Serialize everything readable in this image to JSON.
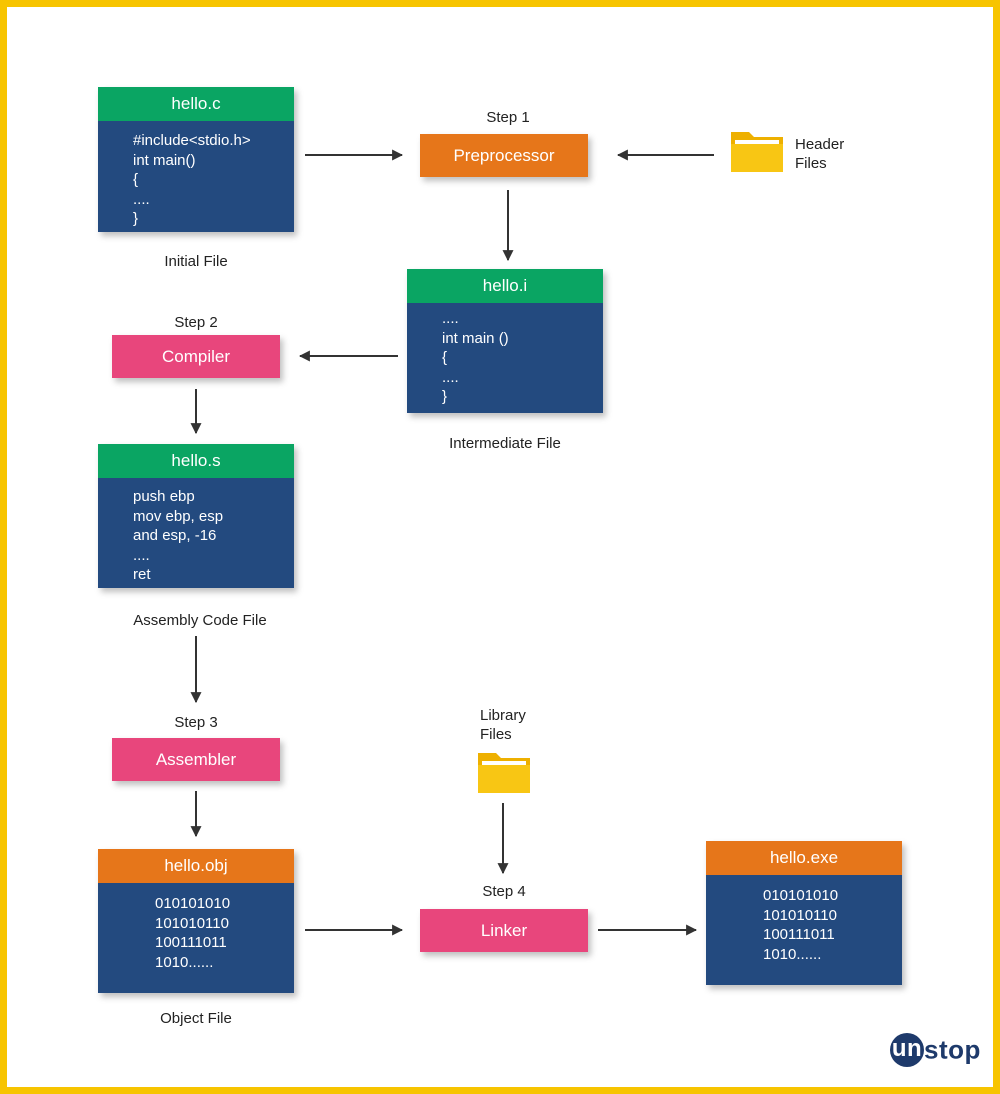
{
  "files": {
    "hello_c": {
      "title": "hello.c",
      "lines": [
        "#include<stdio.h>",
        "int main()",
        "{",
        "....",
        "}"
      ],
      "caption": "Initial File"
    },
    "hello_i": {
      "title": "hello.i",
      "lines": [
        "....",
        "int main ()",
        "{",
        "....",
        "}"
      ],
      "caption": "Intermediate File"
    },
    "hello_s": {
      "title": "hello.s",
      "lines": [
        "push ebp",
        "mov ebp, esp",
        "and esp, -16",
        "....",
        "ret"
      ],
      "caption": "Assembly Code File"
    },
    "hello_obj": {
      "title": "hello.obj",
      "lines": [
        "010101010",
        "101010110",
        "100111011",
        "1010......"
      ],
      "caption": "Object File"
    },
    "hello_exe": {
      "title": "hello.exe",
      "lines": [
        "010101010",
        "101010110",
        "100111011",
        "1010......"
      ]
    }
  },
  "steps": {
    "step1": {
      "label": "Step 1",
      "name": "Preprocessor"
    },
    "step2": {
      "label": "Step 2",
      "name": "Compiler"
    },
    "step3": {
      "label": "Step 3",
      "name": "Assembler"
    },
    "step4": {
      "label": "Step 4",
      "name": "Linker"
    }
  },
  "folders": {
    "header": {
      "line1": "Header",
      "line2": "Files"
    },
    "library": {
      "line1": "Library",
      "line2": "Files"
    }
  },
  "logo": {
    "first": "un",
    "rest": "stop"
  },
  "colors": {
    "frame": "#f7c400",
    "file_body": "#234a7f",
    "green_header": "#0aa563",
    "orange": "#e6761a",
    "pink": "#e8467c",
    "folder": "#f8c614"
  }
}
